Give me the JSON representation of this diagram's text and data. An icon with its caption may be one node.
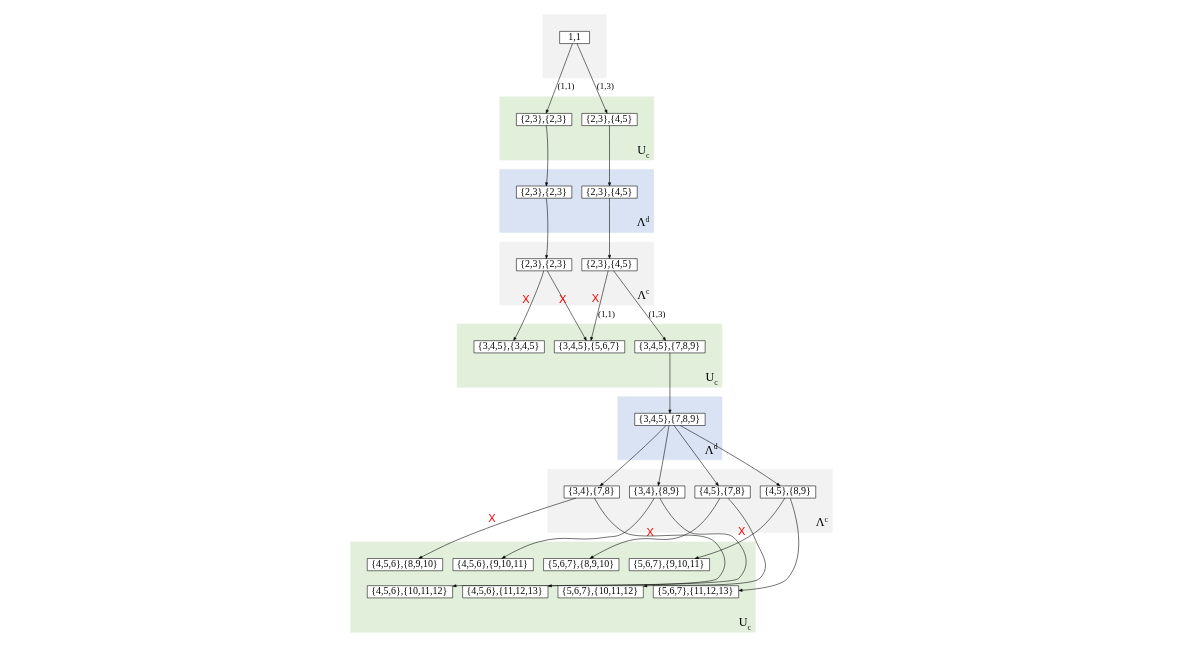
{
  "diagram": {
    "nodes": [
      {
        "text": [],
        "shape": "bar"
      },
      {
        "text": [
          "1,1"
        ],
        "in": 0
      },
      {
        "text": [
          "U$_{c}$"
        ]
      },
      {
        "text": [
          "{2,3},{2,3}"
        ],
        "in": 2
      },
      {
        "text": [
          "{2,3},{4,5}"
        ],
        "in": 2
      },
      {
        "text": [
          "Λ$^{d}$"
        ]
      },
      {
        "text": [
          "{2,3},{2,3}"
        ],
        "in": 5
      },
      {
        "text": [
          "{2,3},{4,5}"
        ],
        "in": 5
      },
      {
        "text": [
          "Λ$^{c}$"
        ]
      },
      {
        "text": [
          "{2,3},{2,3}"
        ],
        "in": 8
      },
      {
        "text": [
          "{2,3},{4,5}"
        ],
        "in": 8
      },
      {
        "text": [
          "U$_{c}$"
        ]
      },
      {
        "text": [
          "{3,4,5},{3,4,5}"
        ],
        "in": 11
      },
      {
        "text": [
          "{3,4,5},{5,6,7}"
        ],
        "in": 11
      },
      {
        "text": [
          "{3,4,5},{7,8,9}"
        ],
        "in": 11
      },
      {
        "text": [
          "Λ$^{d}$"
        ]
      },
      {
        "text": [
          "{3,4,5},{7,8,9}"
        ],
        "in": 15
      },
      {
        "text": [
          "Λ$^{c}$"
        ]
      },
      {
        "text": [
          "{3,4},{7,8}"
        ],
        "in": 17
      },
      {
        "text": [
          "{3,4},{8,9}"
        ],
        "in": 17
      },
      {
        "text": [
          "{4,5},{7,8}"
        ],
        "in": 17
      },
      {
        "text": [
          "{4,5},{8,9}"
        ],
        "in": 17
      },
      {
        "text": [
          "U$_{c}$"
        ]
      },
      {
        "text": [
          "{4,5,6},{8,9,10}"
        ],
        "in": 22
      },
      {
        "text": [
          "{4,5,6},{9,10,11}"
        ],
        "in": 22
      },
      {
        "text": [
          "{5,6,7},{8,9,10}"
        ],
        "in": 22
      },
      {
        "text": [
          "{5,6,7},{9,10,11}"
        ],
        "in": 22
      },
      {
        "text": [
          "{4,5,6},{10,11,12}"
        ],
        "in": 22
      },
      {
        "text": [
          "{4,5,6},{11,12,13}"
        ],
        "in": 22
      },
      {
        "text": [
          "{5,6,7},{10,11,12}"
        ],
        "in": 22
      },
      {
        "text": [
          "{5,6,7},{11,12,13}"
        ],
        "in": 22
      }
    ],
    "edges": [
      {
        "from": 1,
        "to": 3,
        "arrow": "to",
        "label": "(1,1)"
      },
      {
        "from": 1,
        "to": 4,
        "arrow": "to",
        "label": "(1,3)"
      },
      {
        "from": 3,
        "to": 6,
        "arrow": "to"
      },
      {
        "from": 4,
        "to": 7,
        "arrow": "to"
      },
      {
        "from": 6,
        "to": 9,
        "arrow": "to"
      },
      {
        "from": 7,
        "to": 10,
        "arrow": "to"
      },
      {
        "from": 9,
        "to": 12,
        "arrow": "to"
      },
      {
        "from": 9,
        "to": 13,
        "arrow": "to"
      },
      {
        "from": 10,
        "to": 13,
        "arrow": "to",
        "label": "(1,1)"
      },
      {
        "from": 10,
        "to": 14,
        "arrow": "to",
        "label": "(1,3)"
      },
      {
        "from": 14,
        "to": 16,
        "arrow": "to"
      },
      {
        "from": 16,
        "to": 18,
        "arrow": "to"
      },
      {
        "from": 16,
        "to": 19,
        "arrow": "to"
      },
      {
        "from": 16,
        "to": 20,
        "arrow": "to"
      },
      {
        "from": 16,
        "to": 21,
        "arrow": "to"
      },
      {
        "from": 18,
        "to": 23,
        "arrow": "to"
      },
      {
        "from": 18,
        "to": 27,
        "arrow": "to"
      },
      {
        "from": 19,
        "to": 24,
        "arrow": "to"
      },
      {
        "from": 19,
        "to": 28,
        "arrow": "to"
      },
      {
        "from": 20,
        "to": 25,
        "arrow": "to"
      },
      {
        "from": 20,
        "to": 29,
        "arrow": "to"
      },
      {
        "from": 21,
        "to": 26,
        "arrow": "to"
      },
      {
        "from": 21,
        "to": 30,
        "arrow": "to"
      }
    ],
    "labels": [
      "X",
      "X",
      "X",
      "X",
      "X",
      "X"
    ]
  }
}
